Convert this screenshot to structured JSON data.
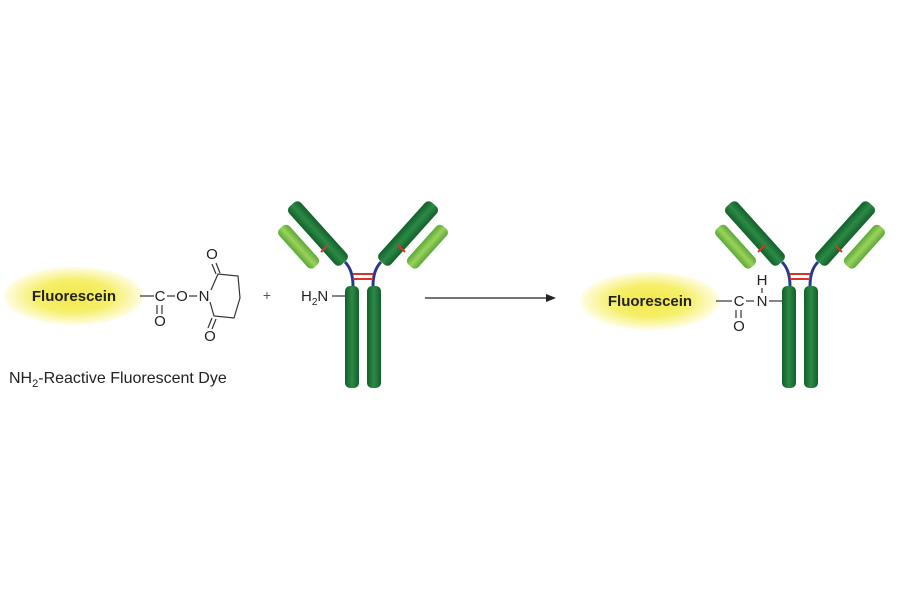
{
  "reactant_dye": {
    "label": "Fluorescein",
    "carbonyl_c": "C",
    "carbonyl_o": "O",
    "ester_o": "O",
    "nitrogen": "N",
    "ring_o_top": "O",
    "ring_o_bottom": "O"
  },
  "caption": {
    "prefix": "NH",
    "subscript": "2",
    "suffix": "-Reactive Fluorescent Dye"
  },
  "plus": "+",
  "antibody_amine": {
    "prefix": "H",
    "subscript": "2",
    "suffix": "N"
  },
  "product_dye": {
    "label": "Fluorescein",
    "carbonyl_c": "C",
    "carbonyl_o": "O",
    "amide_n": "N",
    "amide_h": "H"
  },
  "colors": {
    "dye_core": "#f4ec5a",
    "dye_edge": "#fffbe6",
    "heavy_chain": "#1a7a3a",
    "heavy_chain_light": "#3fa34d",
    "light_chain": "#7cc44a",
    "hinge_blue": "#2a3a8a",
    "disulfide_red": "#d9342b"
  }
}
